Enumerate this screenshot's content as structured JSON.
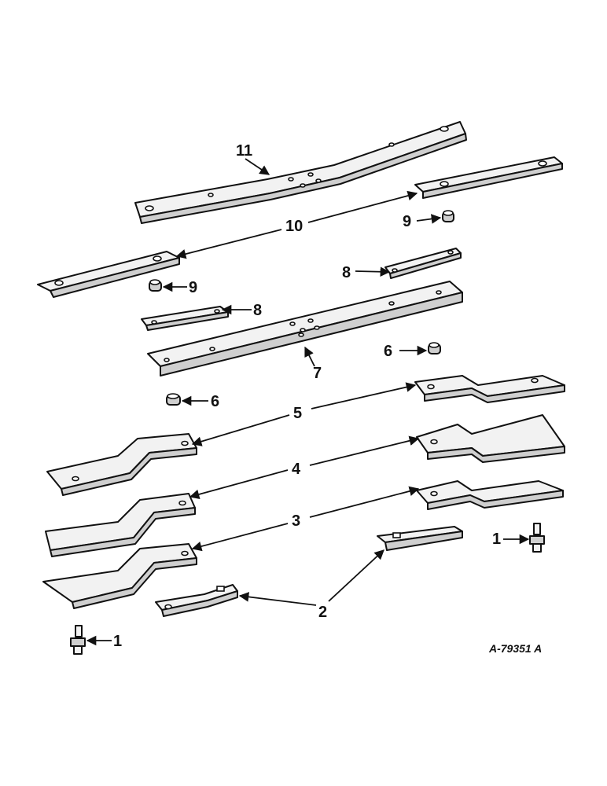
{
  "callouts": {
    "c1": "1",
    "c2": "2",
    "c3": "3",
    "c4": "4",
    "c5": "5",
    "c6": "6",
    "c7": "7",
    "c8": "8",
    "c9": "9",
    "c10": "10",
    "c11": "11"
  },
  "figure_code": "A-79351 A"
}
